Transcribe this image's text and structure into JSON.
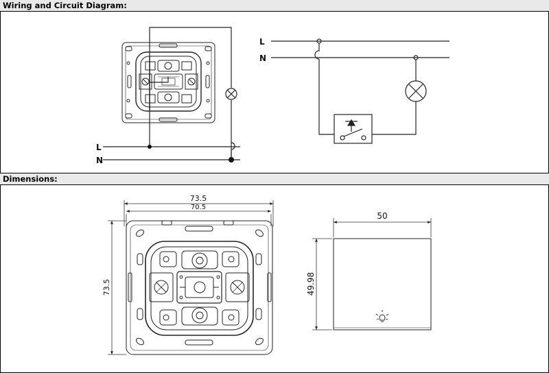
{
  "sections": {
    "wiring_title": "Wiring and Circuit Diagram:",
    "dimensions_title": "Dimensions:"
  },
  "wiring": {
    "label_L": "L",
    "label_N": "N",
    "label_L_schematic": "L",
    "label_N_schematic": "N"
  },
  "dimensions": {
    "outer_width": "73.5",
    "inner_width": "70.5",
    "height": "73.5",
    "cover_width": "50",
    "cover_height": "49.98"
  }
}
